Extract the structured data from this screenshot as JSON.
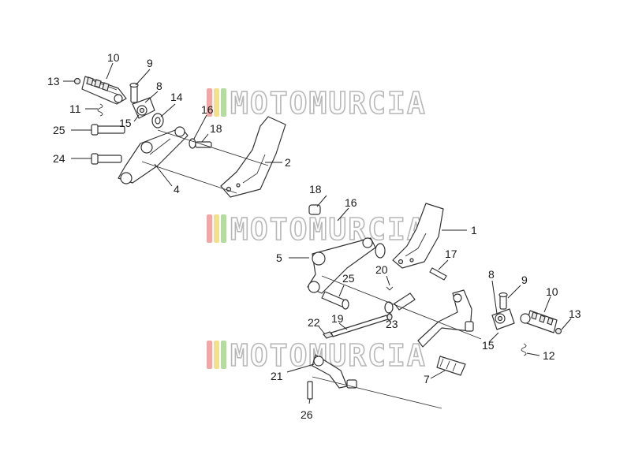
{
  "callouts": [
    {
      "id": "c10a",
      "label": "10"
    },
    {
      "id": "c9a",
      "label": "9"
    },
    {
      "id": "c13a",
      "label": "13"
    },
    {
      "id": "c8a",
      "label": "8"
    },
    {
      "id": "c14a",
      "label": "14"
    },
    {
      "id": "c11a",
      "label": "11"
    },
    {
      "id": "c15a",
      "label": "15"
    },
    {
      "id": "c16a",
      "label": "16"
    },
    {
      "id": "c18a",
      "label": "18"
    },
    {
      "id": "c25a",
      "label": "25"
    },
    {
      "id": "c24a",
      "label": "24"
    },
    {
      "id": "c2",
      "label": "2"
    },
    {
      "id": "c4",
      "label": "4"
    },
    {
      "id": "c18b",
      "label": "18"
    },
    {
      "id": "c16b",
      "label": "16"
    },
    {
      "id": "c1",
      "label": "1"
    },
    {
      "id": "c5",
      "label": "5"
    },
    {
      "id": "c17",
      "label": "17"
    },
    {
      "id": "c20",
      "label": "20"
    },
    {
      "id": "c25b",
      "label": "25"
    },
    {
      "id": "c8b",
      "label": "8"
    },
    {
      "id": "c9b",
      "label": "9"
    },
    {
      "id": "c10b",
      "label": "10"
    },
    {
      "id": "c13b",
      "label": "13"
    },
    {
      "id": "c22",
      "label": "22"
    },
    {
      "id": "c19",
      "label": "19"
    },
    {
      "id": "c23",
      "label": "23"
    },
    {
      "id": "c15b",
      "label": "15"
    },
    {
      "id": "c12",
      "label": "12"
    },
    {
      "id": "c21",
      "label": "21"
    },
    {
      "id": "c7",
      "label": "7"
    },
    {
      "id": "c26",
      "label": "26"
    }
  ],
  "watermark": {
    "text": "MOTOMURCIA",
    "stripe_colors": [
      "#f2a6a6",
      "#f5e08a",
      "#b5dca0"
    ]
  }
}
